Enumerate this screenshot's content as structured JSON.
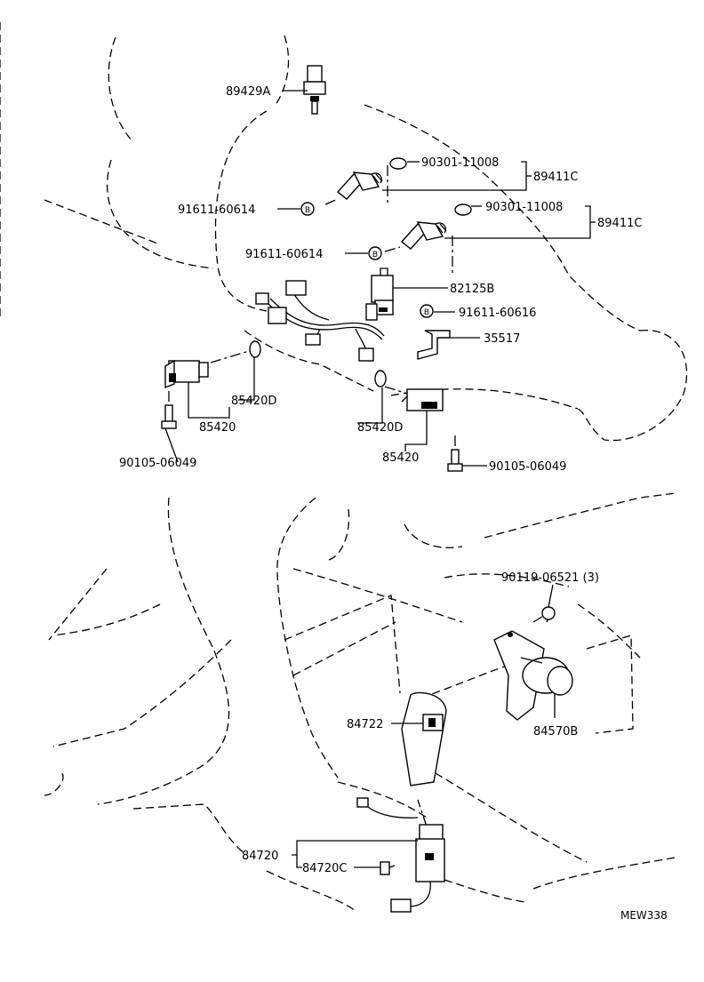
{
  "diagram": {
    "drawing_code": "MEW338",
    "part_labels": [
      "89429A",
      "90301-11008",
      "89411C",
      "91611-60614",
      "90301-11008",
      "89411C",
      "91611-60614",
      "82125B",
      "91611-60616",
      "35517",
      "85420D",
      "85420",
      "90105-06049",
      "85420D",
      "85420",
      "90105-06049",
      "90119-06521 (3)",
      "84570B",
      "84722",
      "84720",
      "84720C"
    ],
    "bolt_symbol": "B"
  }
}
